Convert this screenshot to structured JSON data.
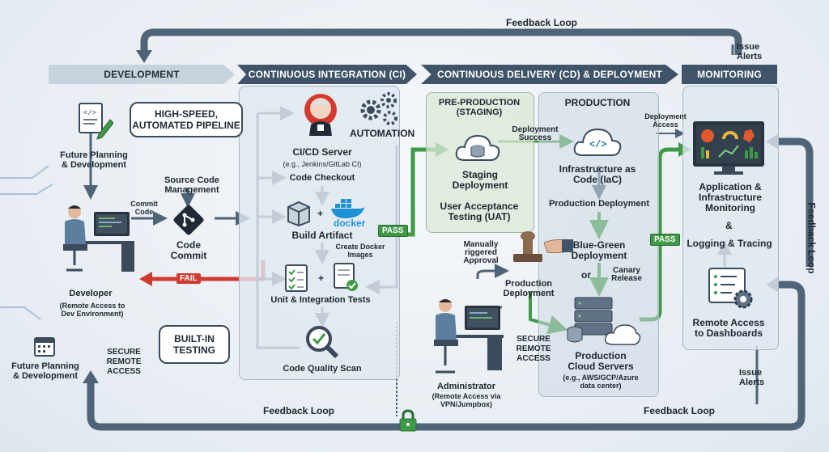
{
  "phases": {
    "development": "DEVELOPMENT",
    "ci": "CONTINUOUS INTEGRATION (CI)",
    "cd": "CONTINUOUS DELIVERY (CD) & DEPLOYMENT",
    "monitoring": "MONITORING"
  },
  "colors": {
    "dark_header": "#3f5468",
    "pass": "#3f9a48",
    "fail": "#d23a30",
    "light_header": "#c6d2de",
    "arrow": "#4f6478"
  },
  "loops": {
    "top": "Feedback Loop",
    "bottom_left": "Feedback Loop",
    "bottom_right": "Feedback Loop",
    "right": "Feedback Loop"
  },
  "alerts": {
    "top": [
      "Issue",
      "Alerts"
    ],
    "bottom": [
      "Issue",
      "Alerts"
    ]
  },
  "development": {
    "planning_top": [
      "Future Planning",
      "& Development"
    ],
    "planning_bottom": [
      "Future Planning",
      "& Development"
    ],
    "callout_top": [
      "HIGH-SPEED,",
      "AUTOMATED PIPELINE"
    ],
    "source_mgmt": [
      "Source Code",
      "Management"
    ],
    "commit_code": [
      "Commit",
      "Code"
    ],
    "code_commit": [
      "Code",
      "Commit"
    ],
    "developer_title": "Developer",
    "developer_sub": [
      "(Remote Access to",
      "Dev Environment)"
    ],
    "secure_access": [
      "SECURE",
      "REMOTE",
      "ACCESS"
    ],
    "callout_bottom": [
      "BUILT-IN",
      "TESTING"
    ],
    "fail": "FAIL"
  },
  "ci": {
    "automation": "AUTOMATION",
    "server_title": "CI/CD Server",
    "server_sub": "(e.g., Jenkins/GitLab CI)",
    "checkout": "Code Checkout",
    "build": "Build Artifact",
    "docker": "docker",
    "docker_images": [
      "Create Docker",
      "Images"
    ],
    "tests": "Unit & Integration Tests",
    "scan": "Code Quality Scan",
    "plus1": "+",
    "plus2": "+",
    "pass": "PASS"
  },
  "cd": {
    "preprod_title": [
      "PRE-PRODUCTION",
      "(STAGING)"
    ],
    "staging": [
      "Staging",
      "Deployment"
    ],
    "uat": [
      "User Acceptance",
      "Testing (UAT)"
    ],
    "deployment_success": [
      "Deployment",
      "Success"
    ],
    "prod_title": "PRODUCTION",
    "iac": [
      "Infrastructure as",
      "Code (IaC)"
    ],
    "prod_deploy": "Production Deployment",
    "blue_green": [
      "Blue-Green",
      "Deployment"
    ],
    "or": "or",
    "canary": [
      "Canary",
      "Release"
    ],
    "manual": [
      "Manually",
      "riggered",
      "Approval"
    ],
    "prod_deploy_small": [
      "Production",
      "Deployment"
    ],
    "admin_title": "Administrator",
    "admin_sub": [
      "(Remote Access via",
      "VPN/Jumpbox)"
    ],
    "secure_access": [
      "SECURE",
      "REMOTE",
      "ACCESS"
    ],
    "cloud_title": [
      "Production",
      "Cloud Servers"
    ],
    "cloud_sub": [
      "(e.g., AWS/GCP/Azure",
      "data center)"
    ],
    "pass": "PASS",
    "deployment_access": [
      "Deployment",
      "Access"
    ]
  },
  "monitoring": {
    "app_monitoring": [
      "Application &",
      "Infrastructure",
      "Monitoring"
    ],
    "amp": "&",
    "logging": "Logging & Tracing",
    "remote": [
      "Remote Access",
      "to Dashboards"
    ]
  }
}
